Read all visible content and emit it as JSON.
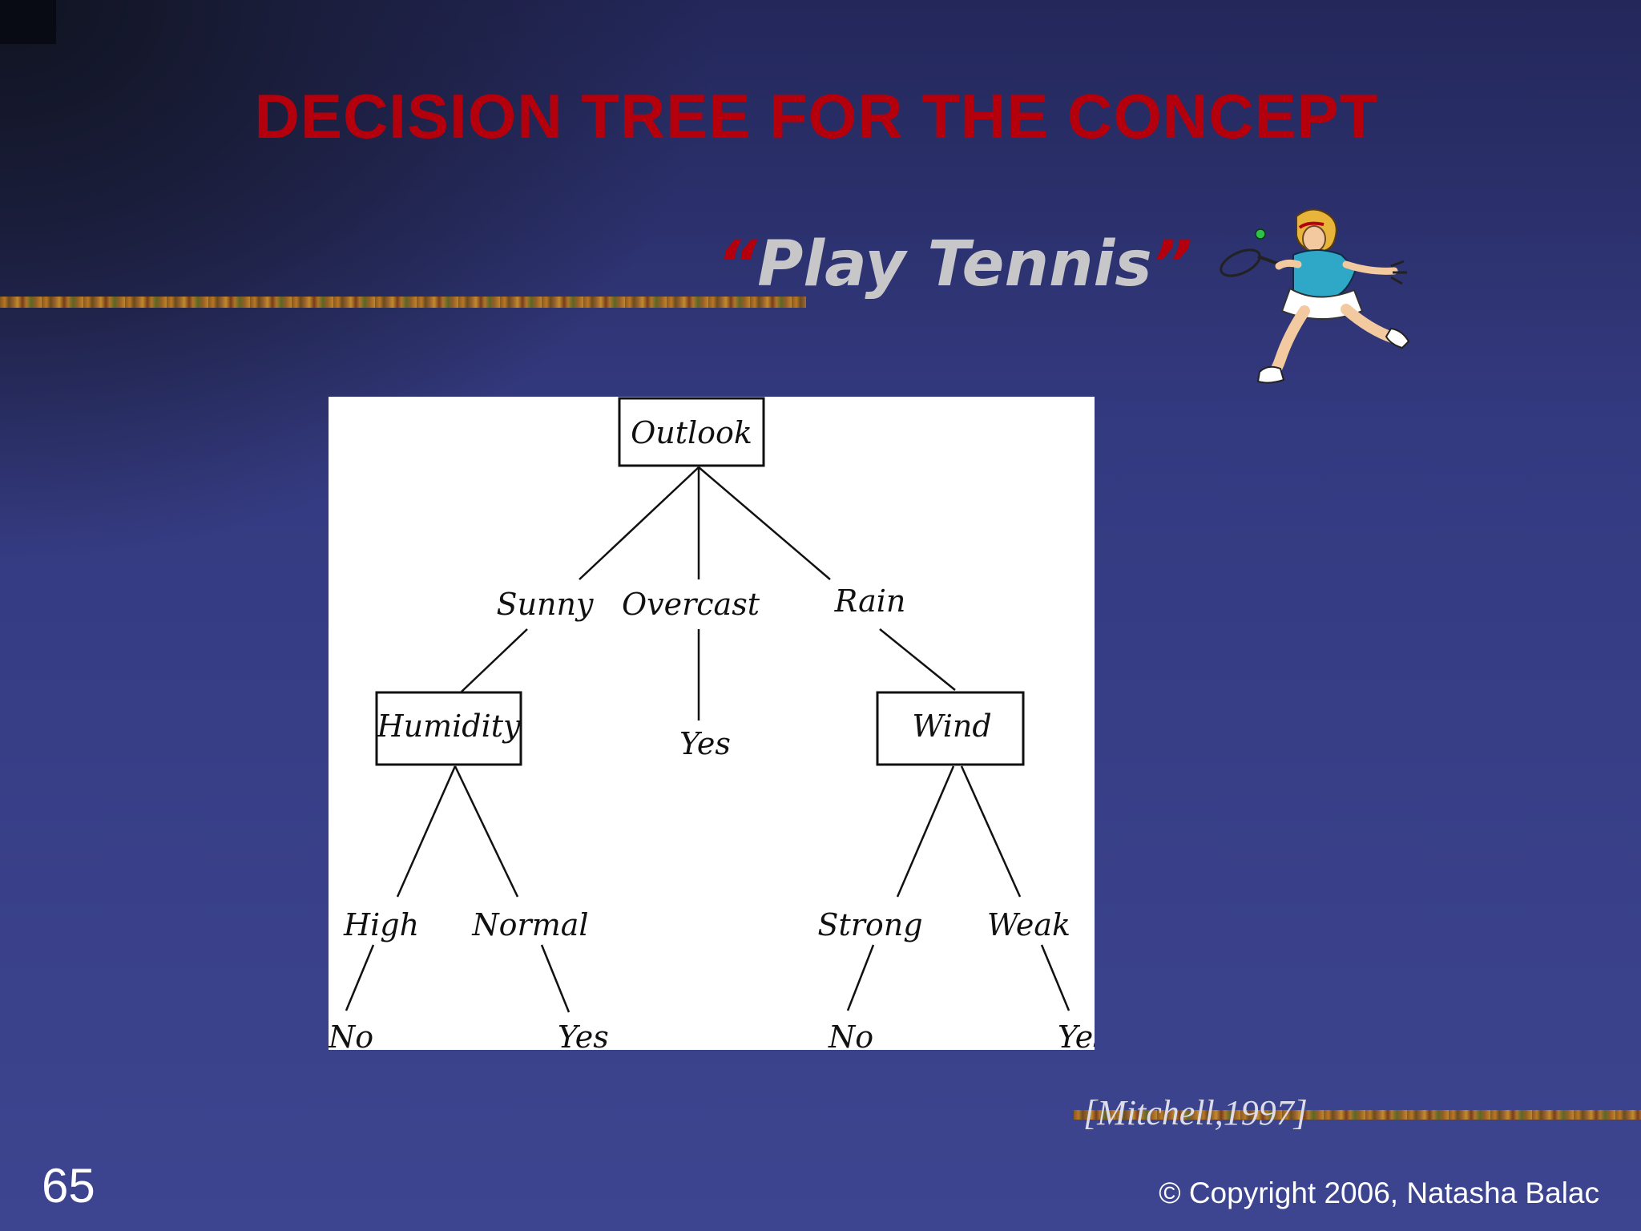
{
  "slide": {
    "title": "DECISION TREE FOR THE CONCEPT",
    "subtitle_open_quote": "“",
    "subtitle": "Play Tennis",
    "subtitle_close_quote": "”",
    "citation": "[Mitchell,1997]",
    "page_number": "65",
    "copyright": "© Copyright 2006, Natasha Balac"
  },
  "tree": {
    "root": "Outlook",
    "branches": {
      "sunny": "Sunny",
      "overcast": "Overcast",
      "rain": "Rain"
    },
    "humidity_node": "Humidity",
    "wind_node": "Wind",
    "overcast_leaf": "Yes",
    "humidity_branches": {
      "high": "High",
      "normal": "Normal"
    },
    "wind_branches": {
      "strong": "Strong",
      "weak": "Weak"
    },
    "leaves": {
      "high": "No",
      "normal": "Yes",
      "strong": "No",
      "weak": "Yes"
    }
  },
  "colors": {
    "title": "#b3000c",
    "subtitle": "#c7c7c9",
    "background": "#3b428c"
  },
  "icons": [
    "tennis-player-clipart-icon"
  ]
}
